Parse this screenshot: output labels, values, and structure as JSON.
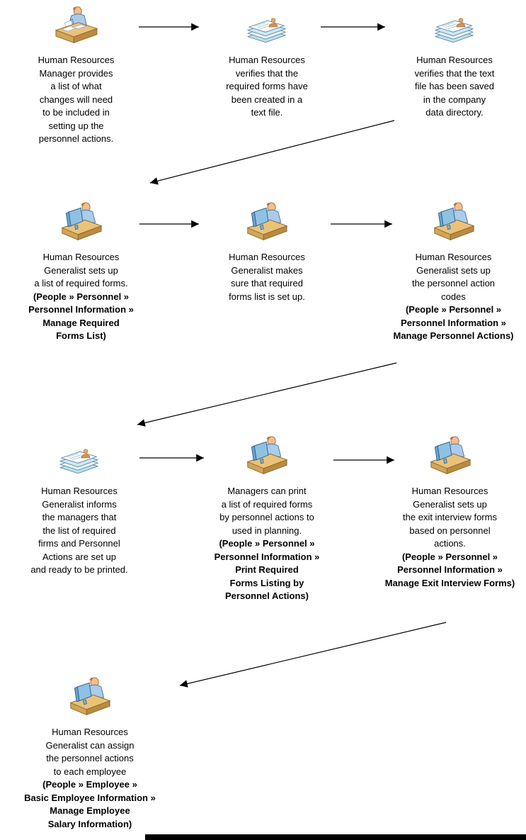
{
  "diagram": {
    "type": "flowchart",
    "colors": {
      "background": "#FFFFFF",
      "arrow": "#000000",
      "desk_tan": "#EAC379",
      "shirt_blue": "#AACBE9",
      "skin": "#F3BD8D",
      "paper_blue": "#CFE8F4",
      "paper_white": "#FFFFFF"
    },
    "arrows": [
      {
        "from": 1,
        "to": 2
      },
      {
        "from": 2,
        "to": 3
      },
      {
        "from": 3,
        "to": 4
      },
      {
        "from": 4,
        "to": 5
      },
      {
        "from": 5,
        "to": 6
      },
      {
        "from": 6,
        "to": 7
      },
      {
        "from": 7,
        "to": 8
      },
      {
        "from": 8,
        "to": 9
      },
      {
        "from": 9,
        "to": 10
      }
    ]
  },
  "steps": [
    {
      "icon": "person-desk-icon",
      "text": "Human Resources\nManager provides\na list of what\nchanges will need\nto be included in\nsetting up the\npersonnel actions.",
      "path": ""
    },
    {
      "icon": "document-stack-icon",
      "text": "Human Resources\nverifies that the\nrequired forms have\nbeen created in a\ntext file.",
      "path": ""
    },
    {
      "icon": "document-stack-icon",
      "text": "Human Resources\nverifies that the text\nfile has been saved\nin the company\ndata directory.",
      "path": ""
    },
    {
      "icon": "person-computer-icon",
      "text": "Human Resources\nGeneralist sets up\na list of required forms.",
      "path": "(People » Personnel »\nPersonnel Information »\nManage Required\nForms List)"
    },
    {
      "icon": "person-computer-icon",
      "text": "Human Resources\nGeneralist makes\nsure that required\nforms list is set up.",
      "path": ""
    },
    {
      "icon": "person-computer-icon",
      "text": "Human Resources\nGeneralist sets up\nthe personnel action\ncodes",
      "path": "(People » Personnel »\nPersonnel Information »\nManage Personnel Actions)"
    },
    {
      "icon": "document-stack-icon",
      "text": "Human Resources\nGeneralist informs\nthe managers that\nthe list of required\nfirms and Personnel\nActions are set up\nand ready to be printed.",
      "path": ""
    },
    {
      "icon": "person-computer-icon",
      "text": "Managers can print\na list of required forms\nby personnel actions to\nused in planning.",
      "path": "(People » Personnel »\nPersonnel Information »\nPrint Required\nForms Listing by\nPersonnel Actions)"
    },
    {
      "icon": "person-computer-icon",
      "text": "Human Resources\nGeneralist sets up\nthe exit interview forms\nbased on personnel\nactions.",
      "path": "(People » Personnel »\nPersonnel Information »\nManage Exit Interview Forms)"
    },
    {
      "icon": "person-computer-icon",
      "text": "Human Resources\nGeneralist can assign\nthe personnel actions\nto each employee",
      "path": "(People » Employee »\nBasic Employee Information »\nManage Employee\nSalary Information)"
    }
  ]
}
